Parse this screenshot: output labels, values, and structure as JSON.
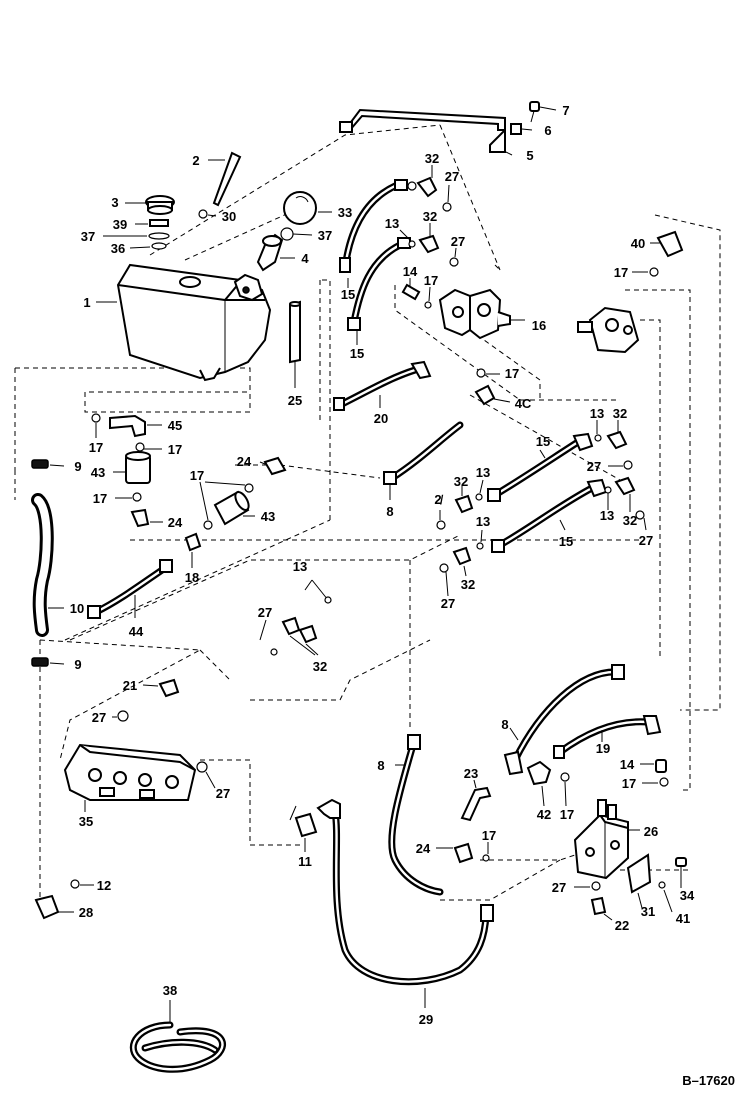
{
  "reference": "B–17620",
  "callouts": [
    {
      "id": "c7",
      "text": "7"
    },
    {
      "id": "c6",
      "text": "6"
    },
    {
      "id": "c5",
      "text": "5"
    },
    {
      "id": "c2",
      "text": "2"
    },
    {
      "id": "c32a",
      "text": "32"
    },
    {
      "id": "c27a",
      "text": "27"
    },
    {
      "id": "c3",
      "text": "3"
    },
    {
      "id": "c30",
      "text": "30"
    },
    {
      "id": "c33",
      "text": "33"
    },
    {
      "id": "c39",
      "text": "39"
    },
    {
      "id": "c37a",
      "text": "37"
    },
    {
      "id": "c37b",
      "text": "37"
    },
    {
      "id": "c36",
      "text": "36"
    },
    {
      "id": "c13a",
      "text": "13"
    },
    {
      "id": "c32b",
      "text": "32"
    },
    {
      "id": "c27b",
      "text": "27"
    },
    {
      "id": "c40a",
      "text": "40"
    },
    {
      "id": "c4",
      "text": "4"
    },
    {
      "id": "c15a",
      "text": "15"
    },
    {
      "id": "c14a",
      "text": "14"
    },
    {
      "id": "c17a",
      "text": "17"
    },
    {
      "id": "c17b",
      "text": "17"
    },
    {
      "id": "c1",
      "text": "1"
    },
    {
      "id": "c16",
      "text": "16"
    },
    {
      "id": "c15b",
      "text": "15"
    },
    {
      "id": "c17c",
      "text": "17"
    },
    {
      "id": "c25",
      "text": "25"
    },
    {
      "id": "c40b",
      "text": "4C"
    },
    {
      "id": "c45",
      "text": "45"
    },
    {
      "id": "c20",
      "text": "20"
    },
    {
      "id": "c13b",
      "text": "13"
    },
    {
      "id": "c32c",
      "text": "32"
    },
    {
      "id": "c17d",
      "text": "17"
    },
    {
      "id": "c17e",
      "text": "17"
    },
    {
      "id": "c15c",
      "text": "15"
    },
    {
      "id": "c24a",
      "text": "24"
    },
    {
      "id": "c9a",
      "text": "9"
    },
    {
      "id": "c43a",
      "text": "43"
    },
    {
      "id": "c17f",
      "text": "17"
    },
    {
      "id": "c27c",
      "text": "27"
    },
    {
      "id": "c32d",
      "text": "32"
    },
    {
      "id": "c13c",
      "text": "13"
    },
    {
      "id": "c17g",
      "text": "17"
    },
    {
      "id": "c27d",
      "text": "2̸"
    },
    {
      "id": "c8a",
      "text": "8"
    },
    {
      "id": "c13d",
      "text": "13"
    },
    {
      "id": "c32e",
      "text": "32"
    },
    {
      "id": "c24b",
      "text": "24"
    },
    {
      "id": "c43b",
      "text": "43"
    },
    {
      "id": "c15d",
      "text": "15"
    },
    {
      "id": "c27e",
      "text": "27"
    },
    {
      "id": "c13e",
      "text": "13"
    },
    {
      "id": "c18",
      "text": "18"
    },
    {
      "id": "c32f",
      "text": "32"
    },
    {
      "id": "c13f",
      "text": "13"
    },
    {
      "id": "c27f",
      "text": "27"
    },
    {
      "id": "c10",
      "text": "10"
    },
    {
      "id": "c44",
      "text": "44"
    },
    {
      "id": "c27g",
      "text": "27"
    },
    {
      "id": "c32g",
      "text": "32"
    },
    {
      "id": "c9b",
      "text": "9"
    },
    {
      "id": "c21",
      "text": "21"
    },
    {
      "id": "c27h",
      "text": "27"
    },
    {
      "id": "c8b",
      "text": "8"
    },
    {
      "id": "c19",
      "text": "19"
    },
    {
      "id": "c8c",
      "text": "8"
    },
    {
      "id": "c23",
      "text": "23"
    },
    {
      "id": "c14b",
      "text": "14"
    },
    {
      "id": "c17h",
      "text": "17"
    },
    {
      "id": "c27i",
      "text": "27"
    },
    {
      "id": "c35",
      "text": "35"
    },
    {
      "id": "c42",
      "text": "42"
    },
    {
      "id": "c17i",
      "text": "17"
    },
    {
      "id": "c17j",
      "text": "17"
    },
    {
      "id": "c26",
      "text": "26"
    },
    {
      "id": "c24c",
      "text": "24"
    },
    {
      "id": "c11",
      "text": "11"
    },
    {
      "id": "c12",
      "text": "12"
    },
    {
      "id": "c27j",
      "text": "27"
    },
    {
      "id": "c34",
      "text": "34"
    },
    {
      "id": "c28",
      "text": "28"
    },
    {
      "id": "c31",
      "text": "31"
    },
    {
      "id": "c41",
      "text": "41"
    },
    {
      "id": "c22",
      "text": "22"
    },
    {
      "id": "c38",
      "text": "38"
    },
    {
      "id": "c29",
      "text": "29"
    }
  ]
}
